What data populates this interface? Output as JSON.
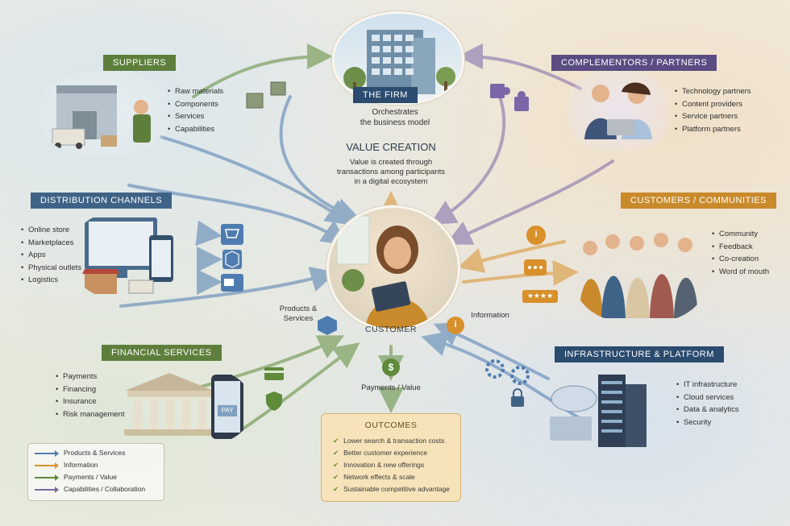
{
  "colors": {
    "products_services": "#4f7cb0",
    "information": "#d8902a",
    "payments_value": "#5e8a3a",
    "capabilities_collaboration": "#7c66a8"
  },
  "firm": {
    "banner": "THE FIRM",
    "text": "Orchestrates\nthe business model"
  },
  "value_creation": {
    "title": "VALUE CREATION",
    "text": "Value is created through\ntransactions among participants\nin a digital ecosystem"
  },
  "customer": {
    "label": "CUSTOMER"
  },
  "suppliers": {
    "banner": "SUPPLIERS",
    "items": [
      "Raw materials",
      "Components",
      "Services",
      "Capabilities"
    ]
  },
  "complementors": {
    "banner": "COMPLEMENTORS / PARTNERS",
    "items": [
      "Technology partners",
      "Content providers",
      "Service partners",
      "Platform partners"
    ]
  },
  "distribution": {
    "banner": "DISTRIBUTION CHANNELS",
    "items": [
      "Online store",
      "Marketplaces",
      "Apps",
      "Physical outlets",
      "Logistics"
    ]
  },
  "customers_communities": {
    "banner": "CUSTOMERS / COMMUNITIES",
    "items": [
      "Community",
      "Feedback",
      "Co-creation",
      "Word of mouth"
    ]
  },
  "financial": {
    "banner": "FINANCIAL SERVICES",
    "items": [
      "Payments",
      "Financing",
      "Insurance",
      "Risk management"
    ]
  },
  "infrastructure": {
    "banner": "INFRASTRUCTURE & PLATFORM",
    "items": [
      "IT infrastructure",
      "Cloud services",
      "Data & analytics",
      "Security"
    ]
  },
  "flow_labels": {
    "products_services": "Products &\nServices",
    "information": "Information",
    "payments_value": "Payments / Value"
  },
  "icon_text": {
    "pay": "PAY",
    "dollar": "$",
    "info": "i",
    "rating": "★★★★"
  },
  "outcomes": {
    "title": "OUTCOMES",
    "items": [
      "Lower search & transaction costs",
      "Better customer experience",
      "Innovation & new offerings",
      "Network effects & scale",
      "Sustainable competitive advantage"
    ]
  },
  "legend": {
    "items": [
      {
        "label": "Products & Services",
        "color": "#4f7cb0"
      },
      {
        "label": "Information",
        "color": "#d8902a"
      },
      {
        "label": "Payments / Value",
        "color": "#5e8a3a"
      },
      {
        "label": "Capabilities / Collaboration",
        "color": "#7c66a8"
      }
    ]
  }
}
